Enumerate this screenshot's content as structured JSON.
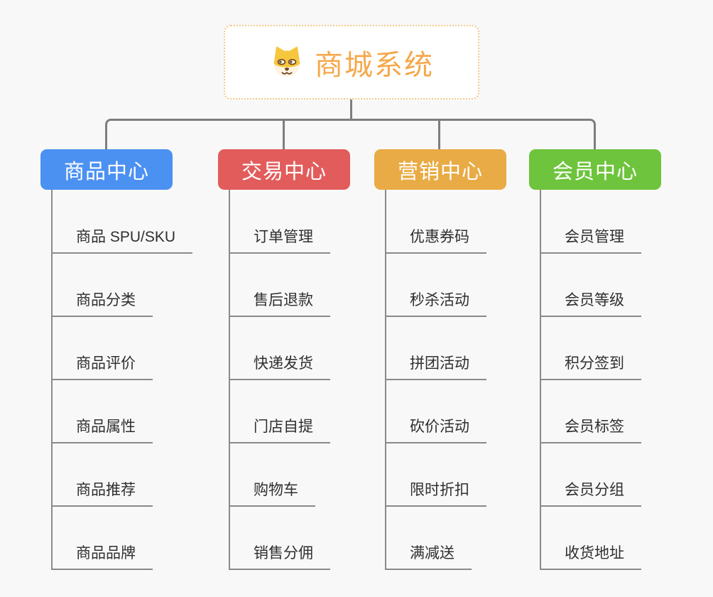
{
  "root": {
    "title": "商城系统",
    "icon": "dog-face-icon"
  },
  "branches": [
    {
      "label": "商品中心",
      "color": "#4b91f1",
      "children": [
        "商品 SPU/SKU",
        "商品分类",
        "商品评价",
        "商品属性",
        "商品推荐",
        "商品品牌"
      ]
    },
    {
      "label": "交易中心",
      "color": "#e25c5c",
      "children": [
        "订单管理",
        "售后退款",
        "快递发货",
        "门店自提",
        "购物车",
        "销售分佣"
      ]
    },
    {
      "label": "营销中心",
      "color": "#e9ab45",
      "children": [
        "优惠券码",
        "秒杀活动",
        "拼团活动",
        "砍价活动",
        "限时折扣",
        "满减送"
      ]
    },
    {
      "label": "会员中心",
      "color": "#6ec43c",
      "children": [
        "会员管理",
        "会员等级",
        "积分签到",
        "会员标签",
        "会员分组",
        "收货地址"
      ]
    }
  ],
  "colors": {
    "background": "#f8f8f8",
    "connector_line": "#7e7e7e",
    "branch_line": "#8a8a8a",
    "root_border": "#f3c98a",
    "root_text": "#f5a84b"
  }
}
